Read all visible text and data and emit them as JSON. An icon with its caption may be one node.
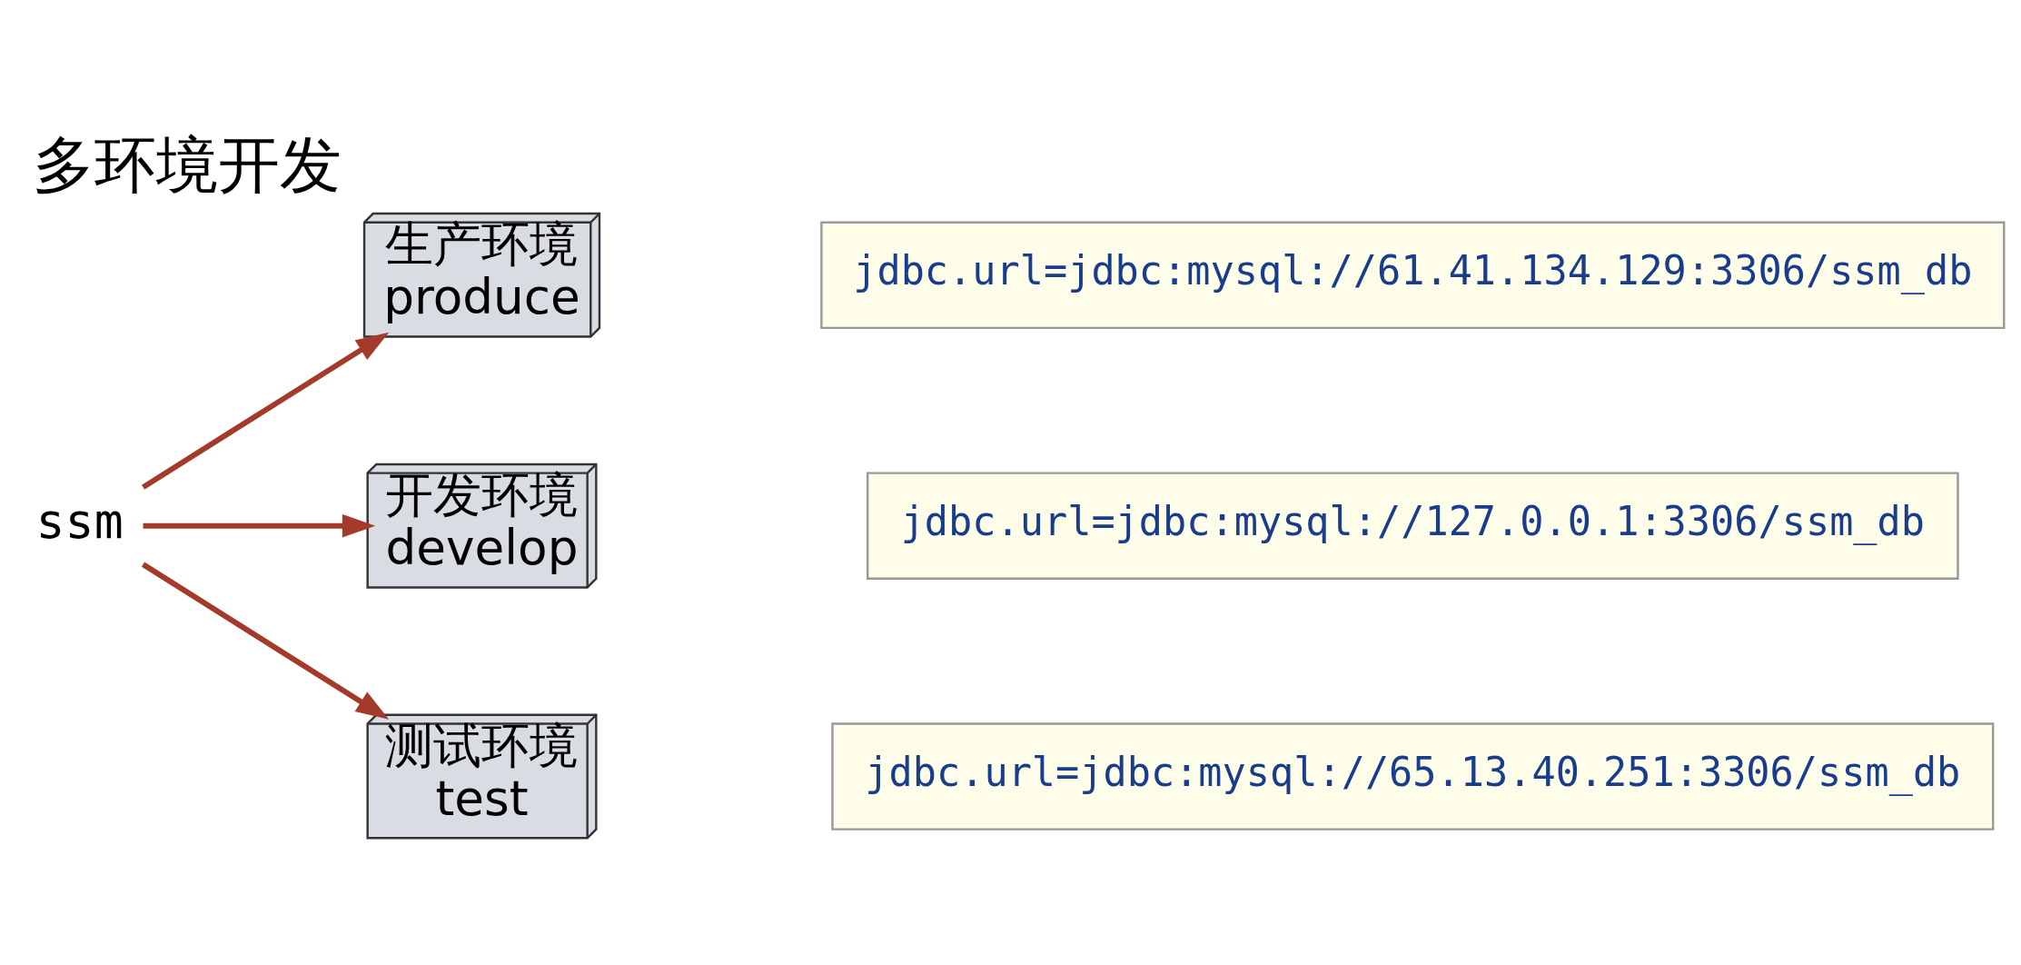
{
  "diagram": {
    "title": "多环境开发",
    "nodes": [
      {
        "text": [
          "ssm"
        ]
      },
      {
        "text": [
          "生产环境",
          "produce"
        ]
      },
      {
        "text": [
          "jdbc.url=jdbc:mysql://61.41.134.129:3306/ssm_db"
        ]
      },
      {
        "text": [
          "开发环境",
          "develop"
        ]
      },
      {
        "text": [
          "jdbc.url=jdbc:mysql://127.0.0.1:3306/ssm_db"
        ]
      },
      {
        "text": [
          "测试环境",
          "test"
        ]
      },
      {
        "text": [
          "jdbc.url=jdbc:mysql://65.13.40.251:3306/ssm_db"
        ]
      }
    ],
    "edges": [
      {
        "from": 0,
        "to": 1,
        "arrow": "to"
      },
      {
        "from": 0,
        "to": 3,
        "arrow": "to"
      },
      {
        "from": 0,
        "to": 5,
        "arrow": "to"
      }
    ]
  }
}
